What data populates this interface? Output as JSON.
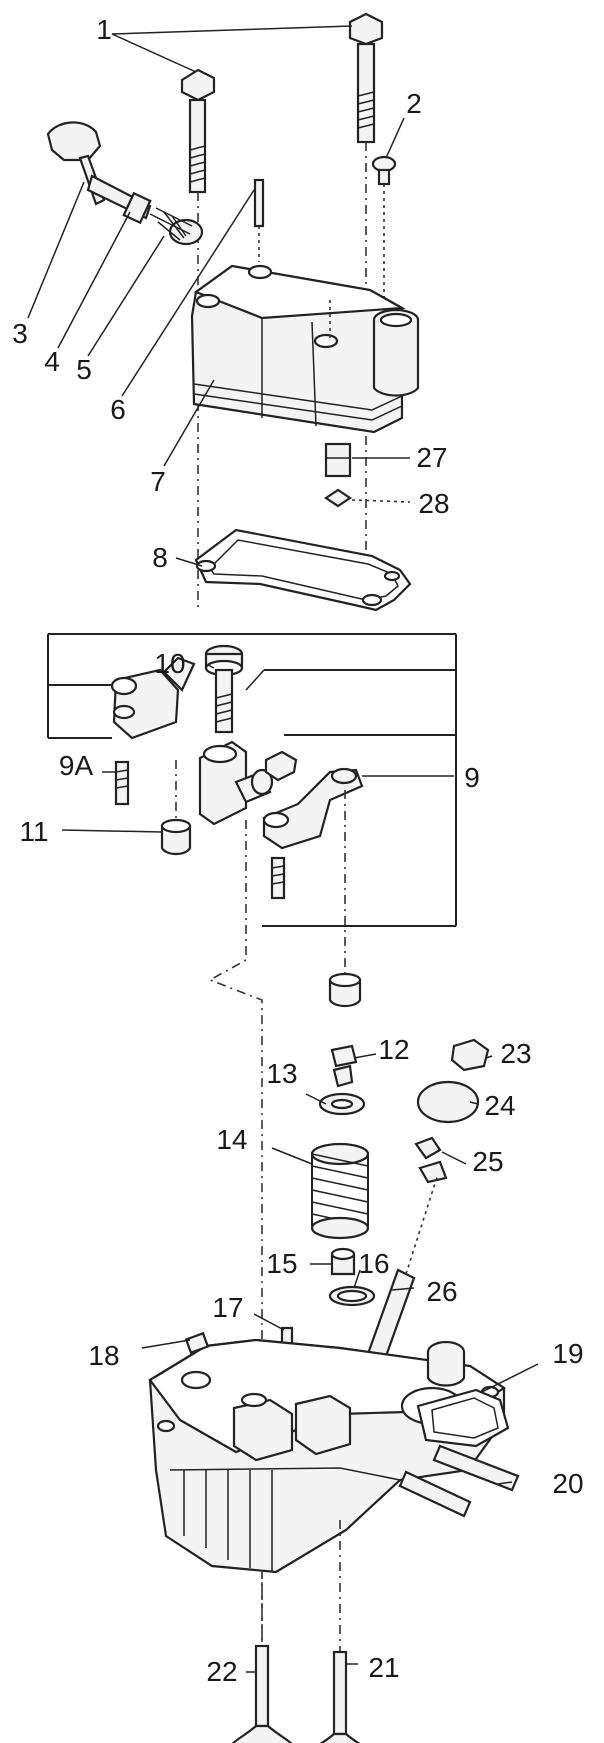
{
  "callouts": {
    "c1": "1",
    "c2": "2",
    "c3": "3",
    "c4": "4",
    "c5": "5",
    "c6": "6",
    "c7": "7",
    "c8": "8",
    "c9": "9",
    "c9a": "9A",
    "c10": "10",
    "c11": "11",
    "c12": "12",
    "c13": "13",
    "c14": "14",
    "c15": "15",
    "c16": "16",
    "c17": "17",
    "c18": "18",
    "c19": "19",
    "c20": "20",
    "c21": "21",
    "c22": "22",
    "c23": "23",
    "c24": "24",
    "c25": "25",
    "c26": "26",
    "c27": "27",
    "c28": "28"
  }
}
